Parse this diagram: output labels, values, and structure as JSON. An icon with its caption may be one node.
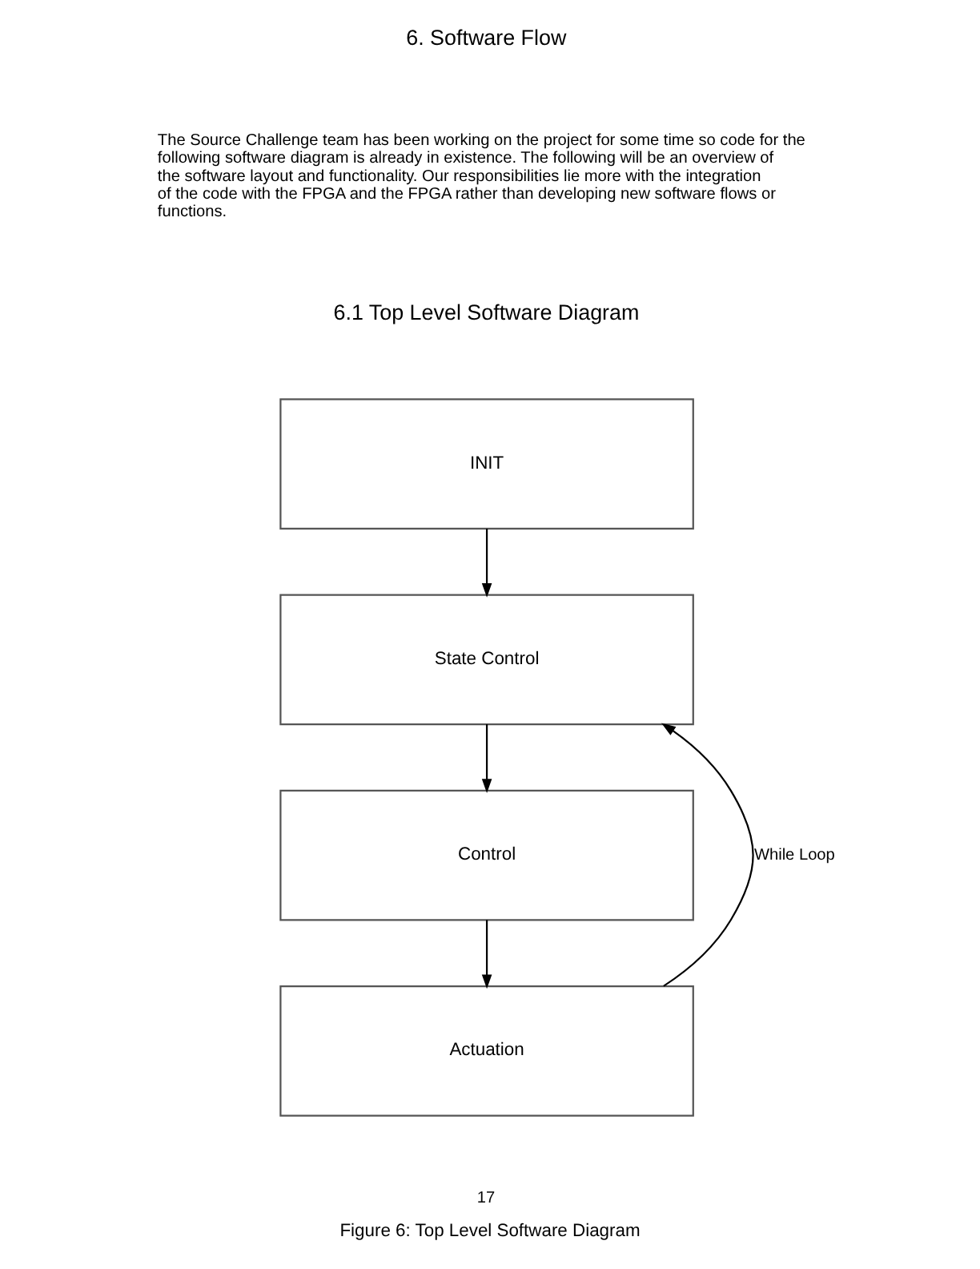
{
  "diagram": {
    "caption": "Figure 6: Top Level Software Diagram",
    "nodes": [
      {
        "text": [
          "INIT"
        ]
      },
      {
        "text": [
          "State Control"
        ]
      },
      {
        "text": [
          "Control"
        ]
      },
      {
        "text": [
          "Actuation"
        ]
      }
    ],
    "edges": [
      {
        "from": 0,
        "to": 1,
        "arrow": "to"
      },
      {
        "from": 1,
        "to": 2,
        "arrow": "to"
      },
      {
        "from": 2,
        "to": 3,
        "arrow": "to"
      },
      {
        "from": 3,
        "to": 1,
        "arrow": "to",
        "label": "While Loop"
      }
    ],
    "labels": [
      "6. Software Flow",
      "The Source Challenge team has been working on the project for some time so code for the following software diagram is already in existence. The following will be an overview of the software layout and functionality. Our responsibilities lie more with the integration of the code with the FPGA and the FPGA rather than developing new software flows or functions.",
      "6.1 Top Level Software Diagram",
      "17"
    ]
  }
}
